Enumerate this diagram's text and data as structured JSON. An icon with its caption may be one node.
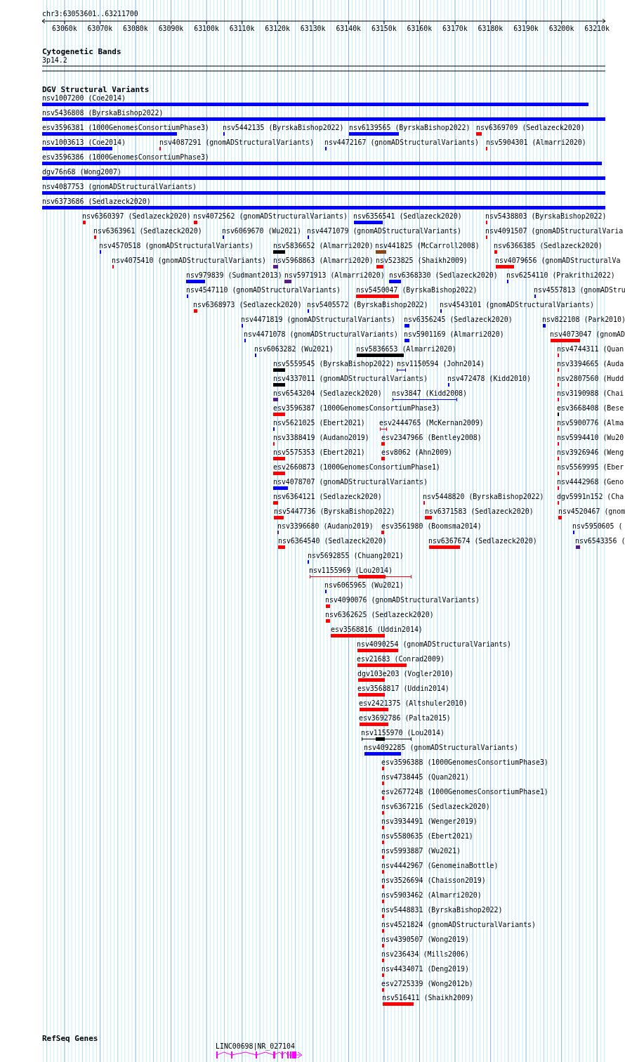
{
  "diagram": {
    "labels": [
      "chr3:63053601..63211700",
      "63060k",
      "63070k",
      "63080k",
      "63090k",
      "63100k",
      "63110k",
      "63120k",
      "63130k",
      "63140k",
      "63150k",
      "63160k",
      "63170k",
      "63180k",
      "63190k",
      "63200k",
      "63210k",
      "Cytogenetic Bands",
      "3p14.2",
      "DGV Structural Variants",
      "nsv1007200 (Coe2014)",
      "nsv5436808 (ByrskaBishop2022)",
      "esv3596381 (1000GenomesConsortiumPhase3)",
      "nsv5442135 (ByrskaBishop2022)",
      "nsv6139565 (ByrskaBishop2022)",
      "nsv6369709 (Sedlazeck2020)",
      "nsv1003613 (Coe2014)",
      "nsv4087291 (gnomADStructuralVariants)",
      "nsv4472167 (gnomADStructuralVariants)",
      "nsv5904301 (Almarri2020)",
      "esv3596386 (1000GenomesConsortiumPhase3)",
      "dgv76n68 (Wong2007)",
      "nsv4087753 (gnomADStructuralVariants)",
      "nsv6373686 (Sedlazeck2020)",
      "nsv6360397 (Sedlazeck2020)",
      "nsv4072562 (gnomADStructuralVariants)",
      "nsv6356541 (Sedlazeck2020)",
      "nsv5438803 (ByrskaBishop2022)",
      "nsv6363961 (Sedlazeck2020)",
      "nsv6069670 (Wu2021)",
      "nsv4471079 (gnomADStructuralVariants)",
      "nsv4091507 (gnomADStructuralVaria",
      "nsv4570518 (gnomADStructuralVariants)",
      "nsv5836652 (Almarri2020)",
      "nsv441825 (McCarroll2008)",
      "nsv6366385 (Sedlazeck2020)",
      "nsv4075410 (gnomADStructuralVariants)",
      "nsv5968863 (Almarri2020)",
      "nsv523825 (Shaikh2009)",
      "nsv4079656 (gnomADStructuralVa",
      "nsv979839 (Sudmant2013)",
      "nsv5971913 (Almarri2020)",
      "nsv6368330 (Sedlazeck2020)",
      "nsv6254110 (Prakrithi2022)",
      "nsv4547110 (gnomADStructuralVariants)",
      "nsv5450047 (ByrskaBishop2022)",
      "nsv4557813 (gnomADStru",
      "nsv6368973 (Sedlazeck2020)",
      "nsv5405572 (ByrskaBishop2022)",
      "nsv4543101 (gnomADStructuralVariants)",
      "nsv4471819 (gnomADStructuralVariants)",
      "nsv6356245 (Sedlazeck2020)",
      "nsv822108 (Park2010)",
      "nsv4471078 (gnomADStructuralVariants)",
      "nsv5901169 (Almarri2020)",
      "nsv4073047 (gnomAD",
      "nsv6063282 (Wu2021)",
      "nsv5836653 (Almarri2020)",
      "nsv4744311 (Quan",
      "nsv5559545 (ByrskaBishop2022)",
      "nsv1150594 (John2014)",
      "nsv3394665 (Auda",
      "nsv4337011 (gnomADStructuralVariants)",
      "nsv472478 (Kidd2010)",
      "nsv2807560 (Hudd",
      "nsv6543204 (Sedlazeck2020)",
      "nsv3847 (Kidd2008)",
      "nsv3190988 (Chai",
      "esv3596387 (1000GenomesConsortiumPhase3)",
      "esv3668408 (Bese",
      "nsv5621025 (Ebert2021)",
      "esv2444765 (McKernan2009)",
      "nsv5900776 (Alma",
      "nsv3388419 (Audano2019)",
      "esv2347966 (Bentley2008)",
      "nsv5994410 (Wu20",
      "nsv5575353 (Ebert2021)",
      "esv8062 (Ahn2009)",
      "nsv3926946 (Weng",
      "esv2660873 (1000GenomesConsortiumPhase1)",
      "nsv5569995 (Eber",
      "nsv4078707 (gnomADStructuralVariants)",
      "nsv4442968 (Geno",
      "nsv6364121 (Sedlazeck2020)",
      "nsv5448820 (ByrskaBishop2022)",
      "dgv5991n152 (Cha",
      "nsv5447736 (ByrskaBishop2022)",
      "nsv6371583 (Sedlazeck2020)",
      "nsv4520467 (gnom",
      "nsv3396680 (Audano2019)",
      "esv3561980 (Boomsma2014)",
      "nsv5950605 (",
      "nsv6364540 (Sedlazeck2020)",
      "nsv6367674 (Sedlazeck2020)",
      "nsv6543356 (",
      "nsv5692855 (Chuang2021)",
      "nsv1155969 (Lou2014)",
      "nsv6065965 (Wu2021)",
      "nsv4090076 (gnomADStructuralVariants)",
      "nsv6362625 (Sedlazeck2020)",
      "esv3568816 (Uddin2014)",
      "nsv4090254 (gnomADStructuralVariants)",
      "esv21683 (Conrad2009)",
      "dgv103e203 (Vogler2010)",
      "esv3568817 (Uddin2014)",
      "esv2421375 (Altshuler2010)",
      "esv3692786 (Palta2015)",
      "nsv1155970 (Lou2014)",
      "nsv4092285 (gnomADStructuralVariants)",
      "esv3596388 (1000GenomesConsortiumPhase3)",
      "nsv4738445 (Quan2021)",
      "esv2677248 (1000GenomesConsortiumPhase1)",
      "nsv6367216 (Sedlazeck2020)",
      "nsv3934491 (Wenger2019)",
      "nsv5580635 (Ebert2021)",
      "nsv5993887 (Wu2021)",
      "nsv4442967 (GenomeinaBottle)",
      "nsv3526694 (Chaisson2019)",
      "nsv5903462 (Almarri2020)",
      "nsv5448831 (ByrskaBishop2022)",
      "nsv4521824 (gnomADStructuralVariants)",
      "nsv4390507 (Wong2019)",
      "nsv236434 (Mills2006)",
      "nsv4434071 (Deng2019)",
      "esv2725339 (Wong2012b)",
      "nsv516411 (Shaikh2009)",
      "RefSeq Genes",
      "LINC00698|NR_027104"
    ]
  }
}
